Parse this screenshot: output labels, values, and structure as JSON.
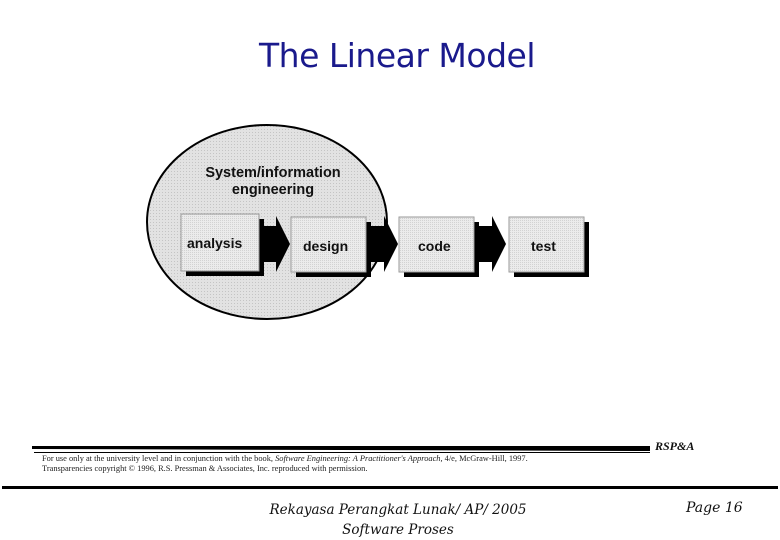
{
  "slide": {
    "title": "The Linear Model",
    "page_label": "Page 16",
    "footer_line1": "Rekayasa Perangkat Lunak/ AP/ 2005",
    "footer_line2": "Software Proses"
  },
  "diagram": {
    "ellipse_label_line1": "System/information",
    "ellipse_label_line2": "engineering",
    "steps": [
      "analysis",
      "design",
      "code",
      "test"
    ]
  },
  "copyright": {
    "line1_prefix": "For use only at the university level and in conjunction with the book, ",
    "book_title": "Software Engineering: A Practitioner's Approach,",
    "line1_suffix": " 4/e, McGraw-Hill, 1997.",
    "line2": "Transparencies copyright © 1996, R.S. Pressman & Associates, Inc. reproduced with permission.",
    "logo_text": "RSP&A"
  },
  "colors": {
    "title": "#1a1a8c",
    "ellipse_fill": "#dcdcdc",
    "box_fill": "#e6e6e6",
    "shadow": "#000000"
  }
}
